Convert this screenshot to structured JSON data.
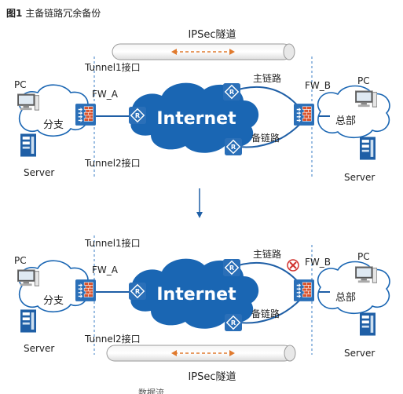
{
  "figure": {
    "label": "图1",
    "title": "主备链路冗余备份",
    "bottom_caption_partial": "数据流"
  },
  "top": {
    "tunnel_label": "IPSec隧道",
    "tunnel1_if": "Tunnel1接口",
    "tunnel2_if": "Tunnel2接口",
    "fw_a": "FW_A",
    "fw_b": "FW_B",
    "internet": "Internet",
    "main_link": "主链路",
    "backup_link": "备链路",
    "branch": "分支",
    "hq": "总部",
    "pc_left": "PC",
    "pc_right": "PC",
    "server_left": "Server",
    "server_right": "Server"
  },
  "bottom": {
    "tunnel_label": "IPSec隧道",
    "tunnel1_if": "Tunnel1接口",
    "tunnel2_if": "Tunnel2接口",
    "fw_a": "FW_A",
    "fw_b": "FW_B",
    "internet": "Internet",
    "main_link": "主链路",
    "backup_link": "备链路",
    "branch": "分支",
    "hq": "总部",
    "pc_left": "PC",
    "pc_right": "PC",
    "server_left": "Server",
    "server_right": "Server"
  },
  "colors": {
    "cloud_blue": "#1a66b3",
    "device_blue": "#2a6fb8",
    "link_blue": "#1f5fa6",
    "firewall_red": "#d9532c",
    "tunnel_arrow": "#e07a2e",
    "fault_red": "#d0312d",
    "dashed_line": "#3a7cc4"
  }
}
